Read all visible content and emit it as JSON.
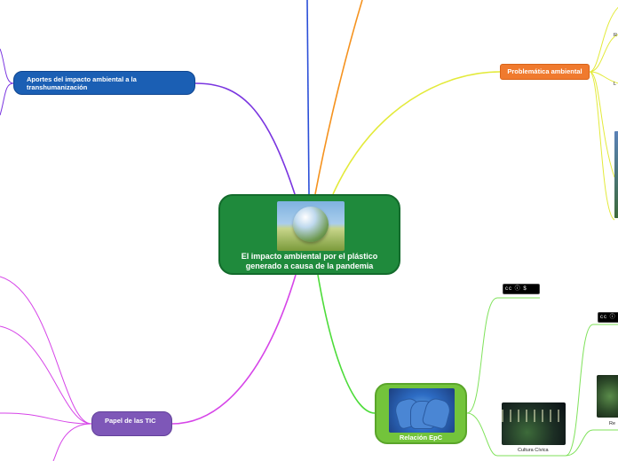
{
  "central": {
    "title": "El impacto ambiental por el plástico generado a causa de la pandemia"
  },
  "nodes": {
    "aportes": "Aportes del impacto ambiental a la transhumanización",
    "problematica": "Problemática ambiental",
    "papel": "Papel de las TIC",
    "relacion": "Relación EpC"
  },
  "labels": {
    "cultura_civica": "Cultura Cívica",
    "re_truncated": "Re",
    "r_truncated": "R",
    "l_truncated": "L"
  },
  "license_badges": [
    "cc-by-nc license badge",
    "cc-by license badge"
  ],
  "colors": {
    "central": "#1f8a3c",
    "aportes": "#1b5fb4",
    "problematica": "#f07a2e",
    "papel": "#7e57b8",
    "relacion": "#73c43b",
    "link_blue": "#2b4fd8",
    "link_orange": "#f5921e",
    "link_yellow": "#e3ea3a",
    "link_purple": "#7a35e0",
    "link_magenta": "#d645e8",
    "link_green": "#4ddc3a"
  }
}
